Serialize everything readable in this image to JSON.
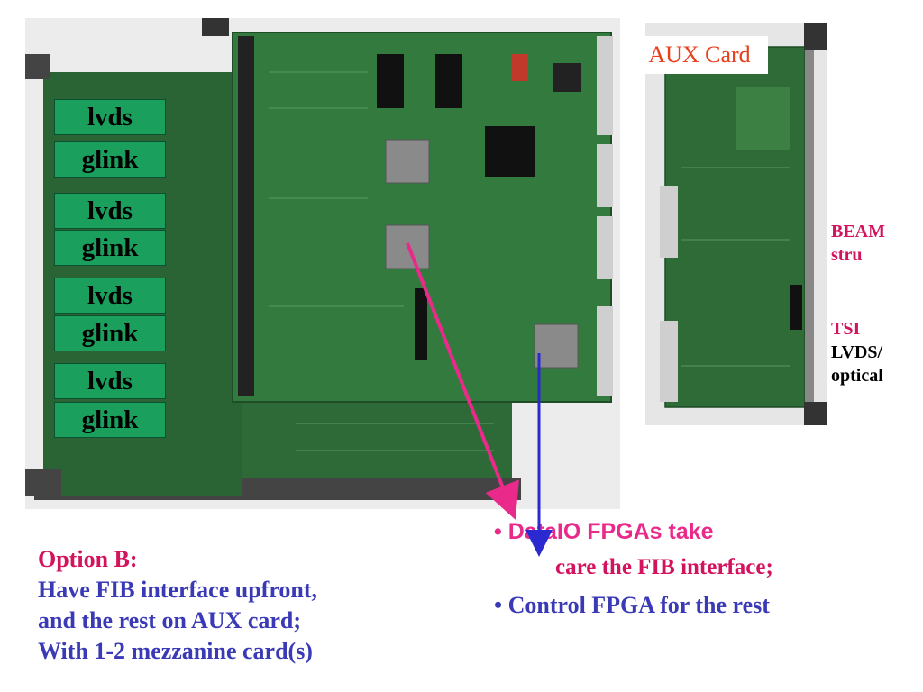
{
  "aux_title": "AUX Card",
  "mezzanine_labels": [
    "lvds",
    "glink",
    "lvds",
    "glink",
    "lvds",
    "glink",
    "lvds",
    "glink"
  ],
  "side_labels": {
    "beam": "BEAM",
    "stru": "stru",
    "tsi": "TSI",
    "lvds": "LVDS/",
    "optical": "optical"
  },
  "option": {
    "title": "Option B:",
    "lines": [
      "Have FIB interface upfront,",
      "and the rest on AUX card;",
      "With 1-2 mezzanine  card(s)"
    ]
  },
  "bullets": {
    "first": "• DataIO FPGAs take",
    "first_cont": "care the FIB interface;",
    "second": "• Control FPGA for the rest"
  },
  "colors": {
    "pink_arrow": "#ea2a8a",
    "blue_arrow": "#2a2ad0",
    "pcb_green": "#2f6b36",
    "mezz_green": "#1aa05c"
  }
}
